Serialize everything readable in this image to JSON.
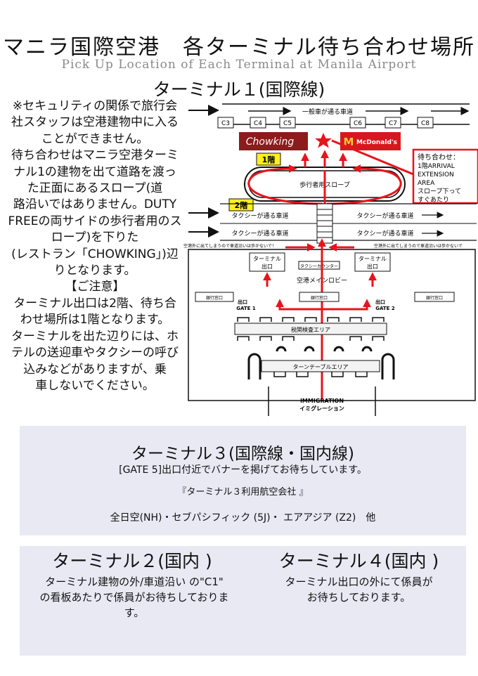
{
  "header": {
    "title": "マニラ国際空港　各ターミナル待ち合わせ場所",
    "subtitle": "Pick Up Location of Each Terminal at Manila Airport"
  },
  "terminal1": {
    "title": "ターミナル１(国際線)",
    "description_lines": [
      "※セキュリティの関係で旅行会",
      "社スタッフは空港建物中に入る",
      "ことができません。",
      "待ち合わせはマニラ空港ターミ",
      "ナル1の建物を出て道路を渡っ",
      "た正面にあるスロープ(道",
      "路沿いではありません。DUTY",
      "FREEの両サイドの歩行者用のス",
      "ロープ)を下りた",
      "(レストラン「CHOWKING」)辺",
      "りとなります。",
      "【ご注意】",
      "ターミナル出口は2階、待ち合",
      "わせ場所は1階となります。",
      "ターミナルを出た辺りには、ホ",
      "テルの送迎車やタクシーの呼び",
      "込みなどがありますが、乗",
      "車しないでください。"
    ],
    "map": {
      "road_general": "一般車が通る車道",
      "signs": [
        "C3",
        "C4",
        "C5",
        "C6",
        "C7",
        "C8"
      ],
      "chowking": "Chowking",
      "mcdonalds": "McDonald's",
      "callout_lines": [
        "待ち合わせ：",
        "1階ARRIVAL",
        "EXTENSION",
        "AREA",
        "スロープ下って",
        "すぐあたり"
      ],
      "floor1_badge": "1階",
      "floor2_badge": "2階",
      "slope": "歩行者用スロープ",
      "taxi_road": "タクシーが通る車道",
      "warning": "空港外に出てしまうので車道沿いは歩かないで！",
      "warning_right": "空港外に出てしまうので車道沿いは歩かないで",
      "terminal_exit": [
        "ターミナル",
        "出口"
      ],
      "taxi_counter": "タクシーカウンター",
      "main_lobby": "空港メインロビー",
      "bank": "銀行窓口",
      "gate1": [
        "出口",
        "GATE 1"
      ],
      "gate2": [
        "出口",
        "GATE 2"
      ],
      "customs": "税関検査エリア",
      "turntable": "ターンテーブルエリア",
      "immigration": [
        "IMMIGRATION",
        "イミグレーション"
      ]
    }
  },
  "terminal3": {
    "title": "ターミナル３(国際線・国内線)",
    "line1": "[GATE 5]出口付近でバナーを掲げてお待ちしています。",
    "line2": "『ターミナル３利用航空会社 』",
    "line3": "全日空(NH)・セブパシフィック (5J)・ エアアジア (Z2)　他"
  },
  "terminal2": {
    "title": "ターミナル２(国内 )",
    "body_lines": [
      "ターミナル建物の外/車道沿い の\"C1\"",
      "の看板あたりで係員がお待ちしておりま",
      "す。"
    ]
  },
  "terminal4": {
    "title": "ターミナル４(国内 )",
    "body_lines": [
      "ターミナル出口の外にて係員が",
      "お待ちしております。"
    ]
  },
  "colors": {
    "accent_red": "#e8131b",
    "panel_bg": "#e8e9f3",
    "badge_yellow": "#ffef1a",
    "chowking_red": "#8e1a1c",
    "mcd_red": "#d5181f",
    "mcd_yellow": "#ffc72c"
  }
}
